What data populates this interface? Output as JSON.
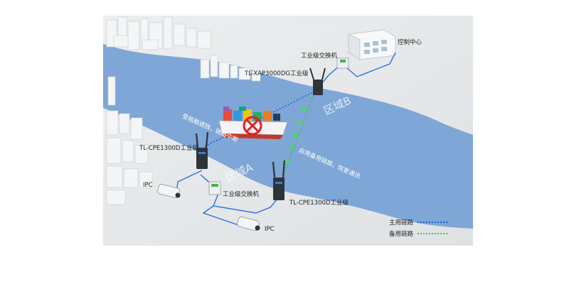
{
  "labels": {
    "control_center": "控制中心",
    "switch_top": "工业级交换机",
    "ap_top": "TL-XAP3000DG工业级",
    "cpe_left": "TL-CPE1300D工业级",
    "cpe_right": "TL-CPE1300D工业级",
    "switch_bottom": "工业级交换机",
    "ipc_top": "IPC",
    "ipc_bottom": "IPC",
    "ship_note": "受船舶遮挡，链路中断",
    "backup_note": "启用备用链路，恢复通讯",
    "zone_a": "区域A",
    "zone_b": "区域B"
  },
  "legend": {
    "primary": "主用链路",
    "backup": "备用链路"
  },
  "colors": {
    "river": "#7ea6d6",
    "primary_link": "#1f5fd6",
    "backup_link": "#2ecc40",
    "cable": "#2f6fe0",
    "fail_red": "#e0202a"
  }
}
